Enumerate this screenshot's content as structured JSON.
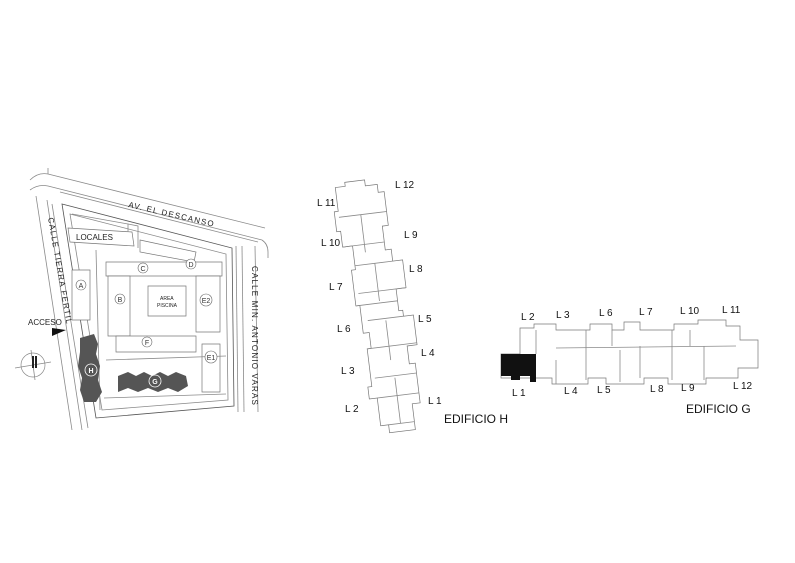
{
  "site_plan": {
    "streets": {
      "north": "AV. EL DESCANSO",
      "west": "CALLE TIERRA FERTIL",
      "east": "CALLE MIN. ANTONIO VARAS"
    },
    "locales_label": "LOCALES",
    "access_label": "ACCESO",
    "pool_line1": "AREA",
    "pool_line2": "PISCINA",
    "blocks": {
      "a": "A",
      "b": "B",
      "c": "C",
      "d": "D",
      "e1": "E1",
      "e2": "E2",
      "f": "F",
      "g": "G",
      "h": "H"
    }
  },
  "building_h": {
    "title": "EDIFICIO H",
    "units": {
      "l1": "L 1",
      "l2": "L 2",
      "l3": "L 3",
      "l4": "L 4",
      "l5": "L 5",
      "l6": "L 6",
      "l7": "L 7",
      "l8": "L 8",
      "l9": "L 9",
      "l10": "L 10",
      "l11": "L 11",
      "l12": "L 12"
    }
  },
  "building_g": {
    "title": "EDIFICIO G",
    "highlighted_unit": "L 1",
    "highlight_color": "#111111",
    "units": {
      "l1": "L 1",
      "l2": "L 2",
      "l3": "L 3",
      "l4": "L 4",
      "l5": "L 5",
      "l6": "L 6",
      "l7": "L 7",
      "l8": "L 8",
      "l9": "L 9",
      "l10": "L 10",
      "l11": "L 11",
      "l12": "L 12"
    }
  }
}
